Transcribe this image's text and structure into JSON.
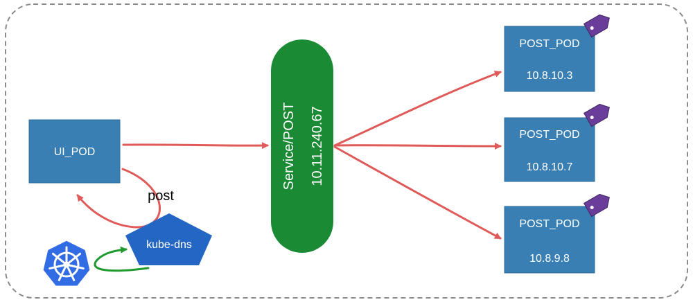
{
  "ui_pod": {
    "label": "UI_POD"
  },
  "service": {
    "name": "Service/POST",
    "ip": "10.11.240.67"
  },
  "post_pods": [
    {
      "name": "POST_POD",
      "ip": "10.8.10.3"
    },
    {
      "name": "POST_POD",
      "ip": "10.8.10.7"
    },
    {
      "name": "POST_POD",
      "ip": "10.8.9.8"
    }
  ],
  "dns": {
    "label": "kube-dns",
    "query": "post"
  },
  "colors": {
    "pod_fill": "#3a7fb3",
    "service_fill": "#1a8a34",
    "arrow_red": "#e05a5a",
    "arrow_green": "#1f9a2e",
    "dns_fill": "#2466c4",
    "tag_fill": "#6a3d9a",
    "k8s_blue": "#326ce5"
  },
  "icons": {
    "logo": "kubernetes-icon",
    "tag": "tag-icon"
  }
}
